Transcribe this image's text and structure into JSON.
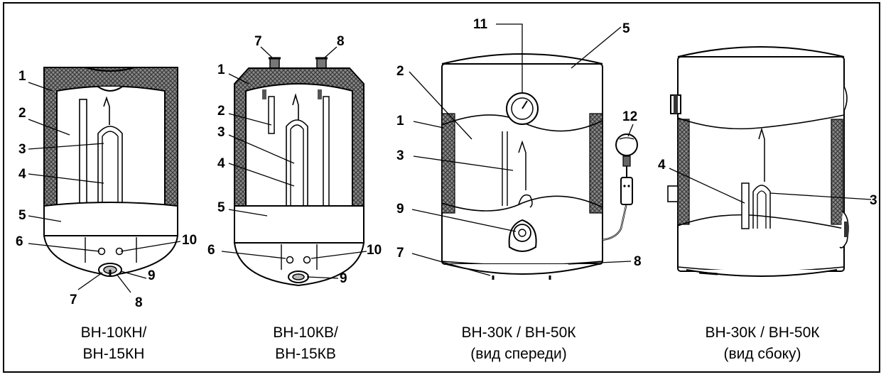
{
  "labels": {
    "n1": "1",
    "n2": "2",
    "n3": "3",
    "n4": "4",
    "n5": "5",
    "n6": "6",
    "n7": "7",
    "n8": "8",
    "n9": "9",
    "n10": "10",
    "n11": "11",
    "n12": "12"
  },
  "captions": [
    {
      "line1": "ВН-10КН/",
      "line2": "ВН-15КН"
    },
    {
      "line1": "ВН-10КВ/",
      "line2": "ВН-15КВ"
    },
    {
      "line1": "ВН-30К / ВН-50К",
      "line2": "(вид спереди)"
    },
    {
      "line1": "ВН-30К / ВН-50К",
      "line2": "(вид сбоку)"
    }
  ],
  "colors": {
    "outline": "#000000",
    "insulation": "#6e6e6e",
    "body_fill": "#ffffff"
  }
}
